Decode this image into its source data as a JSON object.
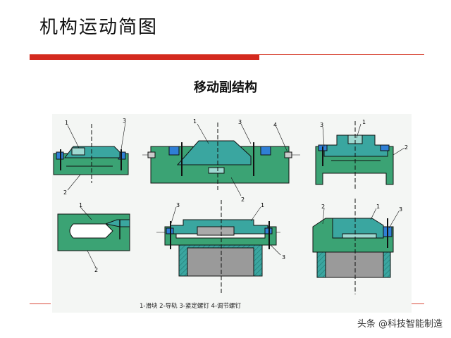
{
  "slide": {
    "title": "机构运动简图",
    "subtitle": "移动副结构",
    "legend": "1-滑块  2-导轨  3-紧定螺钉  4-调节螺钉",
    "watermark": "头条 @科技智能制造"
  },
  "colors": {
    "accent_red": "#d42a1f",
    "rail_green": "#3ba374",
    "slider_teal": "#3aa6a0",
    "strip_blue": "#2f7fd6",
    "section_gray": "#9a9a9a"
  },
  "labels": {
    "d1": [
      "1",
      "3",
      "2"
    ],
    "d2": [
      "1",
      "3",
      "4",
      "2"
    ],
    "d3": [
      "1",
      "3",
      "2"
    ],
    "d4": [
      "1",
      "2"
    ],
    "d5": [
      "3",
      "1",
      "3"
    ],
    "d6": [
      "2",
      "1",
      "3"
    ]
  }
}
